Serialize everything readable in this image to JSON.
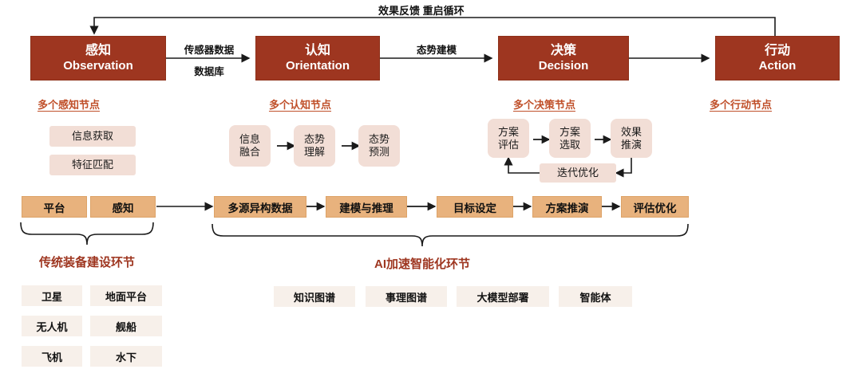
{
  "colors": {
    "ooda_box": "#9E3620",
    "orange_chip": "#E8B27D",
    "pink_chip": "#F2DED6",
    "pale_chip": "#F7F0EA",
    "heading_red": "#C0502A",
    "brace_label_red": "#9E3620",
    "line": "#1a1a1a"
  },
  "feedback": {
    "label": "效果反馈 重启循环"
  },
  "ooda": {
    "stages": [
      {
        "cn": "感知",
        "en": "Observation"
      },
      {
        "cn": "认知",
        "en": "Orientation"
      },
      {
        "cn": "决策",
        "en": "Decision"
      },
      {
        "cn": "行动",
        "en": "Action"
      }
    ],
    "edges": [
      {
        "line1": "传感器数据",
        "line2": "数据库"
      },
      {
        "line1": "态势建模",
        "line2": ""
      },
      {
        "line1": "",
        "line2": ""
      }
    ]
  },
  "sections": [
    {
      "heading": "多个感知节点"
    },
    {
      "heading": "多个认知节点"
    },
    {
      "heading": "多个决策节点"
    },
    {
      "heading": "多个行动节点"
    }
  ],
  "observation_nodes": [
    {
      "label": "信息获取"
    },
    {
      "label": "特征匹配"
    }
  ],
  "orientation_nodes": [
    {
      "line1": "信息",
      "line2": "融合"
    },
    {
      "line1": "态势",
      "line2": "理解"
    },
    {
      "line1": "态势",
      "line2": "预测"
    }
  ],
  "decision_nodes": [
    {
      "line1": "方案",
      "line2": "评估"
    },
    {
      "line1": "方案",
      "line2": "选取"
    },
    {
      "line1": "效果",
      "line2": "推演"
    }
  ],
  "decision_loop": {
    "label": "迭代优化"
  },
  "pipeline": {
    "traditional": [
      {
        "label": "平台"
      },
      {
        "label": "感知"
      }
    ],
    "ai": [
      {
        "label": "多源异构数据"
      },
      {
        "label": "建模与推理"
      },
      {
        "label": "目标设定"
      },
      {
        "label": "方案推演"
      },
      {
        "label": "评估优化"
      }
    ]
  },
  "braces": {
    "traditional_label": "传统装备建设环节",
    "ai_label": "AI加速智能化环节"
  },
  "platforms": [
    {
      "label": "卫星"
    },
    {
      "label": "地面平台"
    },
    {
      "label": "无人机"
    },
    {
      "label": "舰船"
    },
    {
      "label": "飞机"
    },
    {
      "label": "水下"
    }
  ],
  "ai_capabilities": [
    {
      "label": "知识图谱"
    },
    {
      "label": "事理图谱"
    },
    {
      "label": "大模型部署"
    },
    {
      "label": "智能体"
    }
  ]
}
